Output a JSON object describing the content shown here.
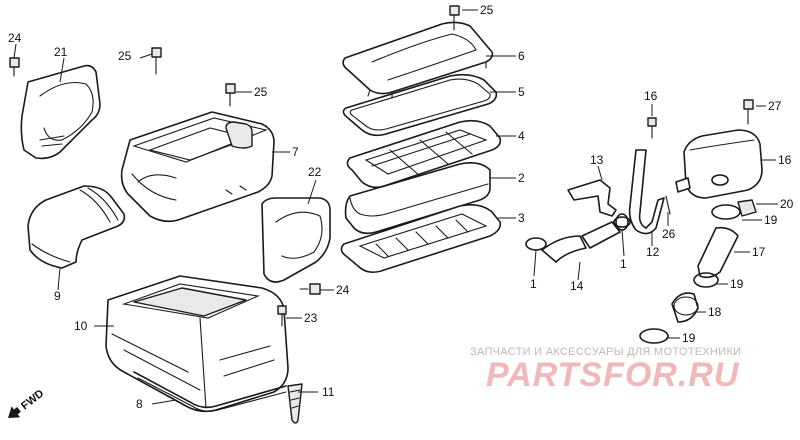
{
  "callouts": [
    {
      "id": "c1a",
      "text": "1"
    },
    {
      "id": "c1b",
      "text": "1"
    },
    {
      "id": "c2",
      "text": "2"
    },
    {
      "id": "c3",
      "text": "3"
    },
    {
      "id": "c4",
      "text": "4"
    },
    {
      "id": "c5",
      "text": "5"
    },
    {
      "id": "c6",
      "text": "6"
    },
    {
      "id": "c7",
      "text": "7"
    },
    {
      "id": "c8",
      "text": "8"
    },
    {
      "id": "c9",
      "text": "9"
    },
    {
      "id": "c10",
      "text": "10"
    },
    {
      "id": "c11",
      "text": "11"
    },
    {
      "id": "c12",
      "text": "12"
    },
    {
      "id": "c13",
      "text": "13"
    },
    {
      "id": "c14",
      "text": "14"
    },
    {
      "id": "c16a",
      "text": "16"
    },
    {
      "id": "c16b",
      "text": "16"
    },
    {
      "id": "c17",
      "text": "17"
    },
    {
      "id": "c18",
      "text": "18"
    },
    {
      "id": "c19a",
      "text": "19"
    },
    {
      "id": "c19b",
      "text": "19"
    },
    {
      "id": "c19c",
      "text": "19"
    },
    {
      "id": "c20",
      "text": "20"
    },
    {
      "id": "c21",
      "text": "21"
    },
    {
      "id": "c22",
      "text": "22"
    },
    {
      "id": "c23",
      "text": "23"
    },
    {
      "id": "c24a",
      "text": "24"
    },
    {
      "id": "c24b",
      "text": "24"
    },
    {
      "id": "c25a",
      "text": "25"
    },
    {
      "id": "c25b",
      "text": "25"
    },
    {
      "id": "c25c",
      "text": "25"
    },
    {
      "id": "c26",
      "text": "26"
    },
    {
      "id": "c27",
      "text": "27"
    }
  ],
  "fwd_label": "FWD",
  "watermark": {
    "caption": "ЗАПЧАСТИ И АКСЕССУАРЫ ДЛЯ МОТОТЕХНИКИ",
    "logo": "PARTSFOR.RU"
  },
  "colors": {
    "line": "#1a1a1a",
    "watermark_logo": "#f0b8b8",
    "watermark_caption": "#c9b3b3"
  }
}
